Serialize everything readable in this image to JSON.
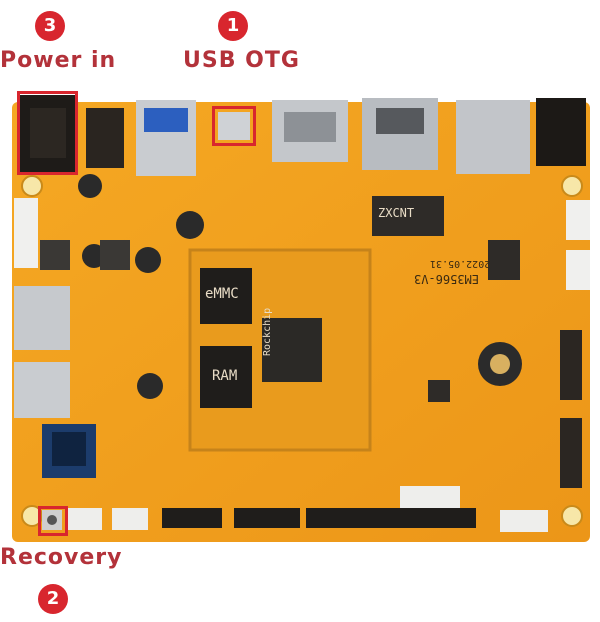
{
  "callouts": [
    {
      "number": "1",
      "label": "USB OTG"
    },
    {
      "number": "2",
      "label": "Recovery"
    },
    {
      "number": "3",
      "label": "Power in"
    }
  ],
  "board": {
    "chip_labels": {
      "emmc": "eMMC",
      "ram": "RAM",
      "vendor": "Rockchip",
      "model": "EM3566-V3",
      "date": "2022.05.31",
      "magnetics": "ZXCNT"
    }
  },
  "colors": {
    "board": "#f2a11f",
    "accent": "#d8262e",
    "label_text": "#b3323a"
  }
}
